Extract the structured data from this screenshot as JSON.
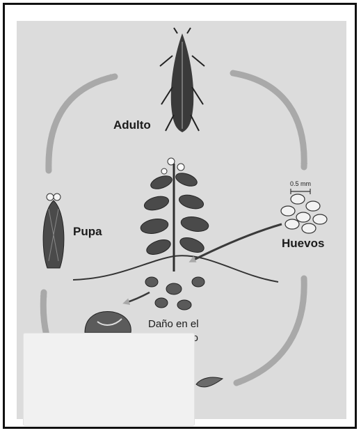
{
  "figure": {
    "stages": {
      "adult": "Adulto",
      "eggs": "Huevos",
      "pupa": "Pupa",
      "damage_line1": "Daño en el",
      "damage_line2": "ulo"
    },
    "scale_label": "0.5 mm"
  },
  "colors": {
    "panel": "#dcdcdc",
    "arrow": "#a9a9a9",
    "ink": "#1b1b1b"
  }
}
